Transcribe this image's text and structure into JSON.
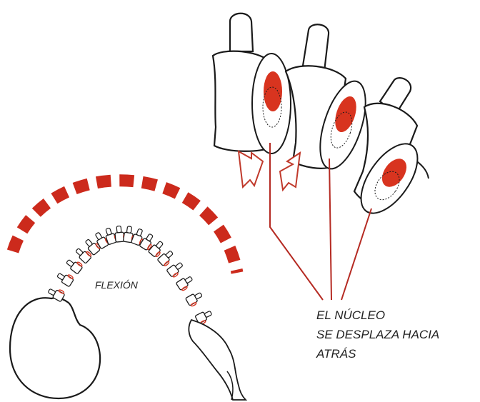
{
  "labels": {
    "flexion": "FLEXIÓN",
    "nucleus_line1": "EL NÚCLEO",
    "nucleus_line2": "SE DESPLAZA HACIA",
    "nucleus_line3": "ATRÁS"
  },
  "colors": {
    "nucleus_red": "#d8341f",
    "arc_red": "#cc2a1c",
    "line_red": "#b52a22",
    "ink": "#1a1a1a",
    "background": "#ffffff"
  }
}
